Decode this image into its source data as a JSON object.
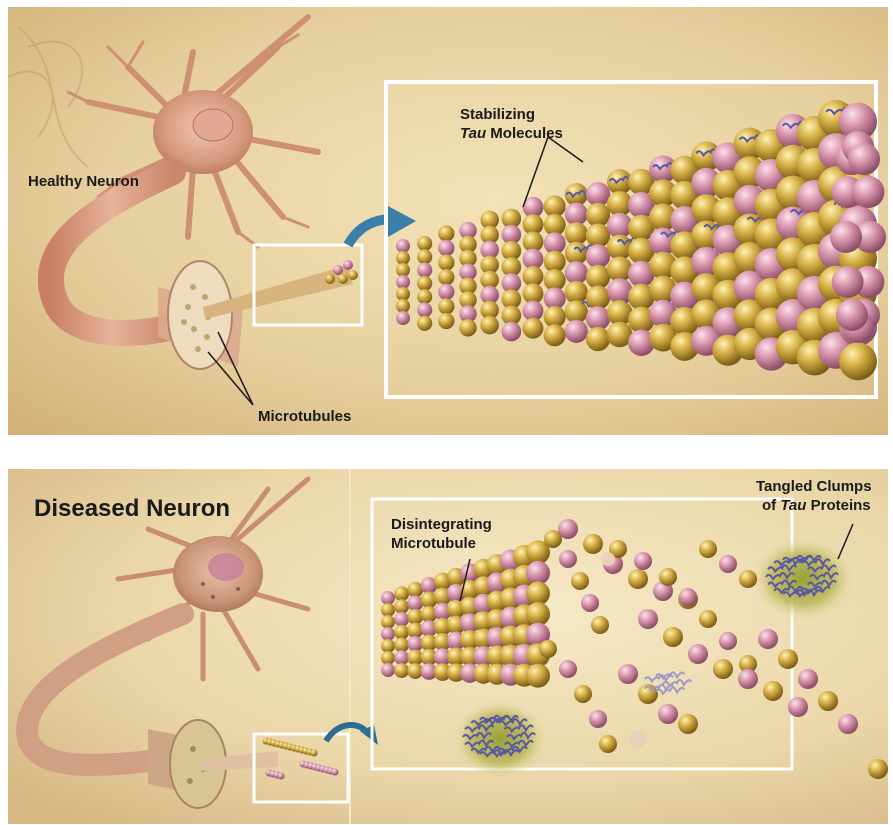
{
  "top_panel": {
    "healthy_neuron_label": "Healthy Neuron",
    "microtubules_label": "Microtubules",
    "stabilizing_tau_label": {
      "line1": "Stabilizing",
      "line2_italic": "Tau",
      "line2_rest": " Molecules"
    }
  },
  "bottom_panel": {
    "diseased_neuron_label": "Diseased Neuron",
    "disintegrating_label": {
      "line1": "Disintegrating",
      "line2": "Microtubule"
    },
    "tangled_clumps_label": {
      "line1": "Tangled Clumps",
      "line2_prefix": "of ",
      "line2_italic": "Tau",
      "line2_rest": " Proteins"
    }
  },
  "colors": {
    "background": "#e9d3a4",
    "neuron": "#d59a7e",
    "tubulin_gold": "#c9a23a",
    "tubulin_pink": "#d48aa2",
    "tau": "#6a66a8",
    "arrow": "#2e6d92",
    "inset_frame": "#ffffff"
  }
}
